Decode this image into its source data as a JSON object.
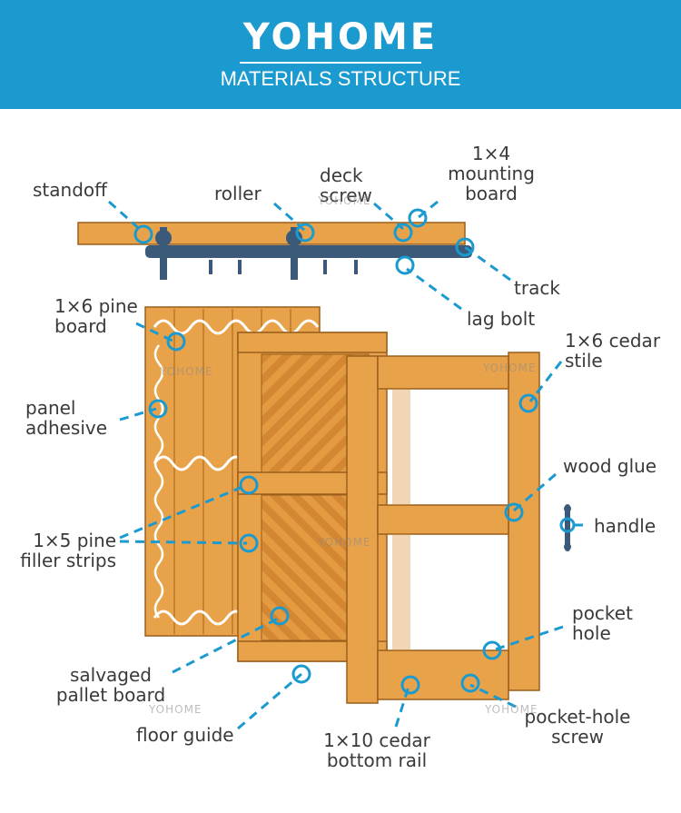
{
  "header": {
    "brand": "YOHOME",
    "subtitle": "MATERIALS STRUCTURE",
    "background_color": "#1b9ad0"
  },
  "labels": {
    "standoff": "standoff",
    "roller": "roller",
    "deck_screw": "deck\nscrew",
    "mounting_board": "1×4\nmounting\nboard",
    "track": "track",
    "lag_bolt": "lag bolt",
    "pine_board": "1×6 pine\nboard",
    "cedar_stile": "1×6 cedar\nstile",
    "panel_adhesive": "panel\nadhesive",
    "wood_glue": "wood glue",
    "handle": "handle",
    "filler_strips": "1×5 pine\nfiller strips",
    "pocket_hole": "pocket\nhole",
    "salvaged_pallet_board": "salvaged\npallet board",
    "floor_guide": "floor guide",
    "bottom_rail": "1×10 cedar\nbottom rail",
    "pocket_hole_screw": "pocket-hole\nscrew"
  },
  "watermark": "YOHOME",
  "colors": {
    "wood": "#e8a34a",
    "wood_dark": "#c97e2a",
    "wood_outline": "#9a5e1c",
    "hardware": "#3b5a7a",
    "callout": "#1b9ad0",
    "label_text": "#3a3a3a"
  }
}
